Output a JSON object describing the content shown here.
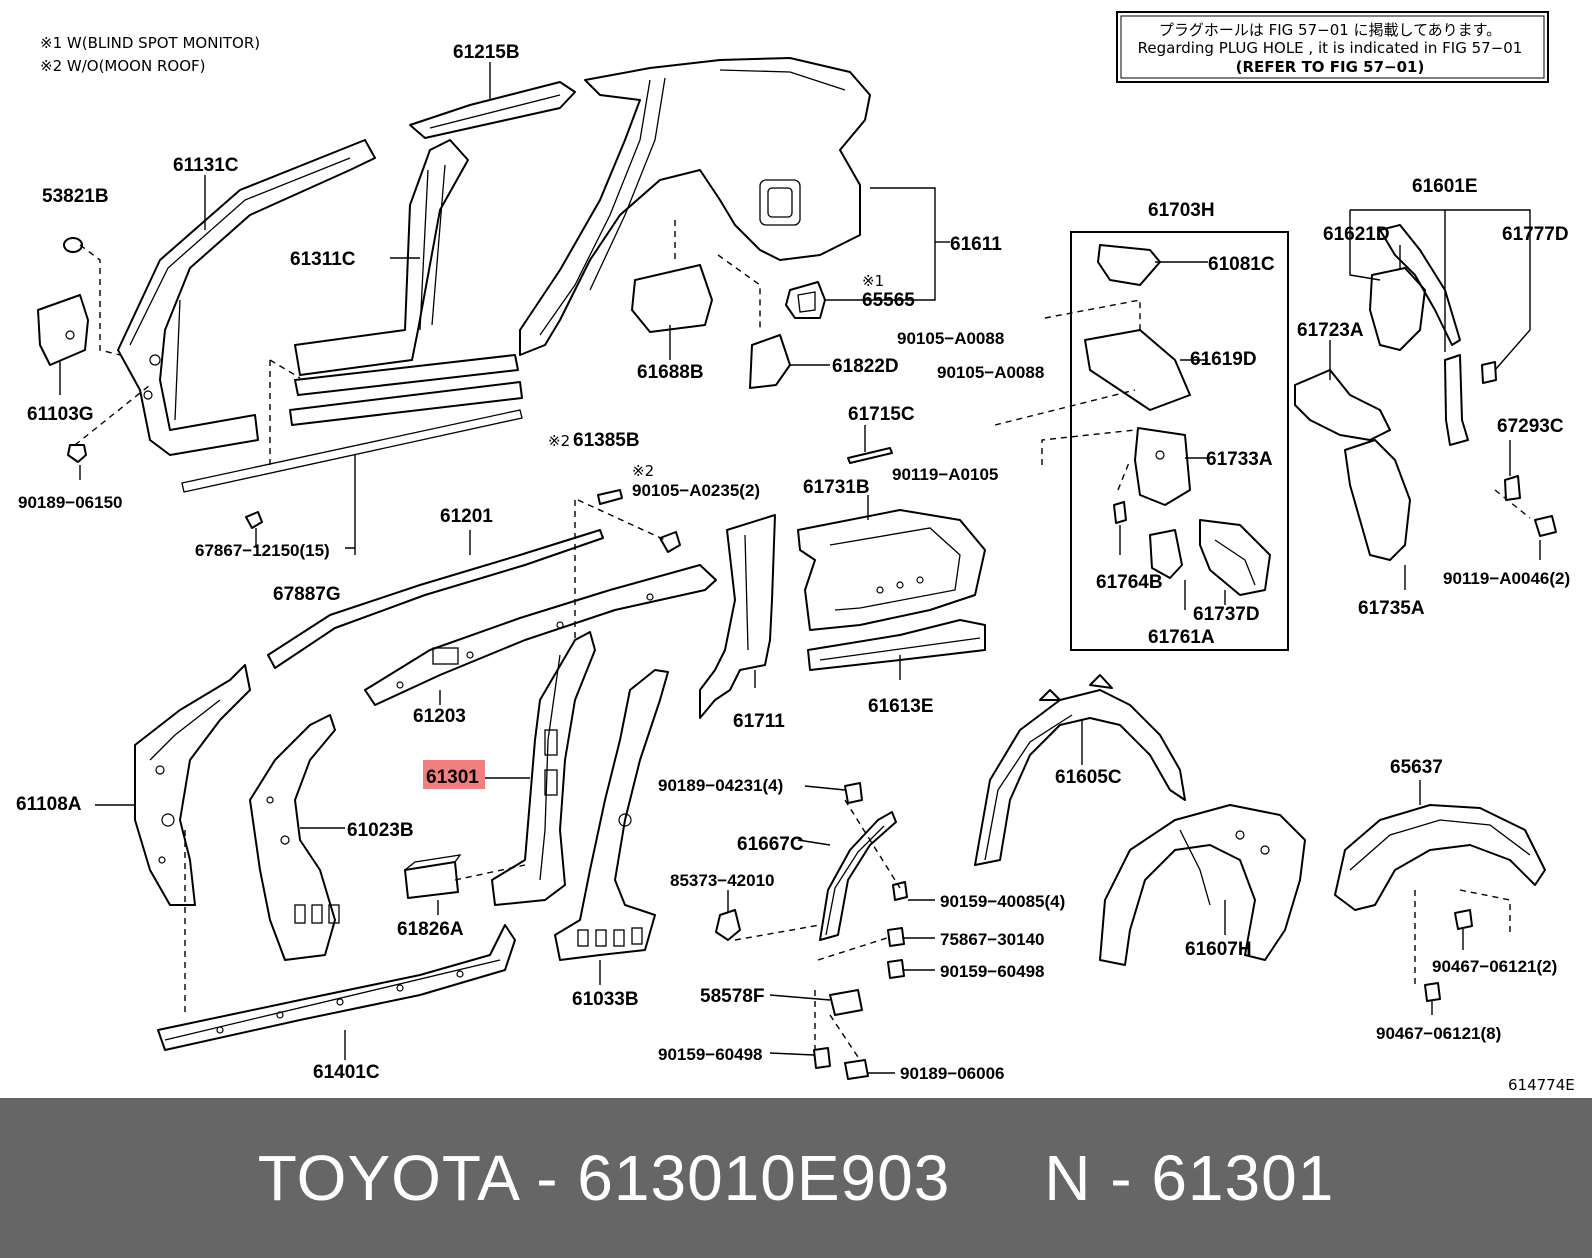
{
  "notes": {
    "note1": "※1 W(BLIND SPOT MONITOR)",
    "note2": "※2 W/O(MOON ROOF)"
  },
  "refer_box": {
    "line1": "プラグホールは FIG 57−01 に掲載してあります。",
    "line2": "Regarding PLUG HOLE , it is indicated in FIG 57−01",
    "line3": "(REFER TO FIG 57−01)"
  },
  "marks": {
    "m1": "※1",
    "m2": "※2"
  },
  "parts": {
    "p61215B": "61215B",
    "p61131C": "61131C",
    "p53821B": "53821B",
    "p61311C": "61311C",
    "p61611": "61611",
    "p65565": "65565",
    "p61688B": "61688B",
    "p61822D": "61822D",
    "p61103G": "61103G",
    "p90189_06150": "90189−06150",
    "p67867_12150": "67867−12150(15)",
    "p67887G": "67887G",
    "p61385B": "61385B",
    "p90105_A0235": "90105−A0235(2)",
    "p61201": "61201",
    "p61203": "61203",
    "p61715C": "61715C",
    "p61731B": "61731B",
    "p61711": "61711",
    "p61613E": "61613E",
    "p61703H": "61703H",
    "p61081C": "61081C",
    "p90105_A0088a": "90105−A0088",
    "p90105_A0088b": "90105−A0088",
    "p61619D": "61619D",
    "p90119_A0105": "90119−A0105",
    "p61733A": "61733A",
    "p61764B": "61764B",
    "p61737D": "61737D",
    "p61761A": "61761A",
    "p61601E": "61601E",
    "p61621D": "61621D",
    "p61777D": "61777D",
    "p61723A": "61723A",
    "p67293C": "67293C",
    "p90119_A0046": "90119−A0046(2)",
    "p61735A": "61735A",
    "p61108A": "61108A",
    "p61023B": "61023B",
    "p61301": "61301",
    "p61826A": "61826A",
    "p61033B": "61033B",
    "p61401C": "61401C",
    "p90189_04231": "90189−04231(4)",
    "p61667C": "61667C",
    "p85373_42010": "85373−42010",
    "p90159_40085": "90159−40085(4)",
    "p75867_30140": "75867−30140",
    "p90159_60498a": "90159−60498",
    "p58578F": "58578F",
    "p90159_60498b": "90159−60498",
    "p90189_06006": "90189−06006",
    "p61605C": "61605C",
    "p61607H": "61607H",
    "p65637": "65637",
    "p90467_06121a": "90467−06121(2)",
    "p90467_06121b": "90467−06121(8)"
  },
  "figure_id": "614774E",
  "highlight_color": "#f08080",
  "footer": {
    "text": "TOYOTA - 613010E903     N - 61301"
  }
}
